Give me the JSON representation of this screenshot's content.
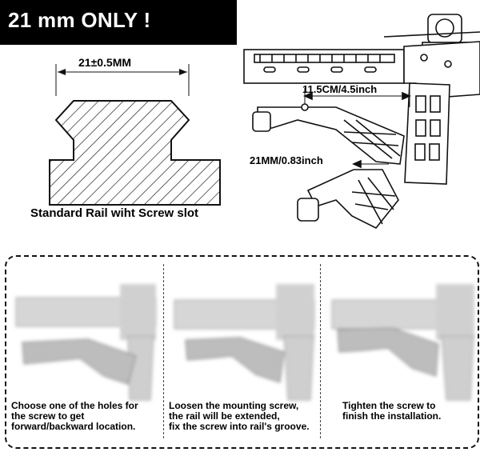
{
  "banner": {
    "text": "21 mm ONLY !"
  },
  "rail_profile": {
    "dimension_label": "21±0.5MM",
    "caption": "Standard Rail wiht Screw slot"
  },
  "rifle_diagram": {
    "length_label": "11.5CM/4.5inch",
    "width_label": "21MM/0.83inch"
  },
  "steps": [
    {
      "lines": [
        "Choose one of the holes for",
        "the screw to get",
        "forward/backward location."
      ]
    },
    {
      "lines": [
        "Loosen the mounting screw,",
        "the rail will be extended,",
        "fix the screw into rail's groove."
      ]
    },
    {
      "lines": [
        "Tighten the screw to",
        "finish the installation."
      ]
    }
  ],
  "colors": {
    "banner_bg": "#000000",
    "banner_text": "#ffffff",
    "line": "#111111"
  }
}
